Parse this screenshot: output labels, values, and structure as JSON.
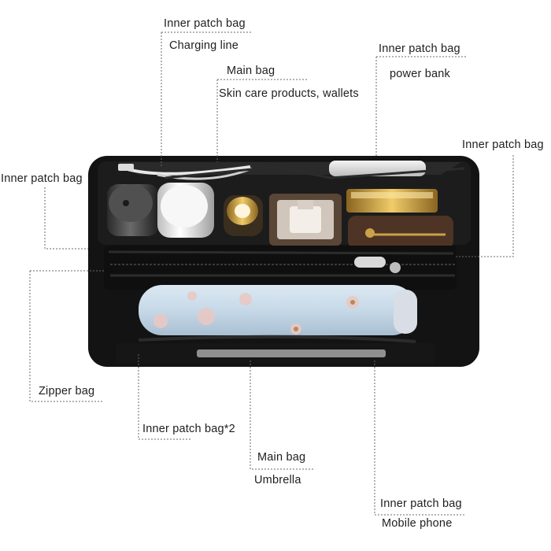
{
  "callouts": [
    {
      "id": "charging",
      "title": "Inner patch bag",
      "detail": "Charging line"
    },
    {
      "id": "skincare",
      "title": "Main bag",
      "detail": "Skin care products, wallets"
    },
    {
      "id": "powerbank",
      "title": "Inner patch bag",
      "detail": "power bank"
    },
    {
      "id": "right",
      "title": "Inner patch bag",
      "detail": ""
    },
    {
      "id": "left",
      "title": "Inner patch bag",
      "detail": ""
    },
    {
      "id": "zipper",
      "title": "Zipper bag",
      "detail": ""
    },
    {
      "id": "pockets",
      "title": "Inner patch bag*2",
      "detail": ""
    },
    {
      "id": "umbrella",
      "title": "Main bag",
      "detail": "Umbrella"
    },
    {
      "id": "phone",
      "title": "Inner patch bag",
      "detail": "Mobile phone"
    }
  ],
  "colors": {
    "felt": "#141414",
    "felt_edge": "#262626",
    "leader_line": "#6a6a6a",
    "umbrella": "#c9dbe9",
    "gold": "#c9a24a",
    "wallet": "#5a3a28"
  }
}
